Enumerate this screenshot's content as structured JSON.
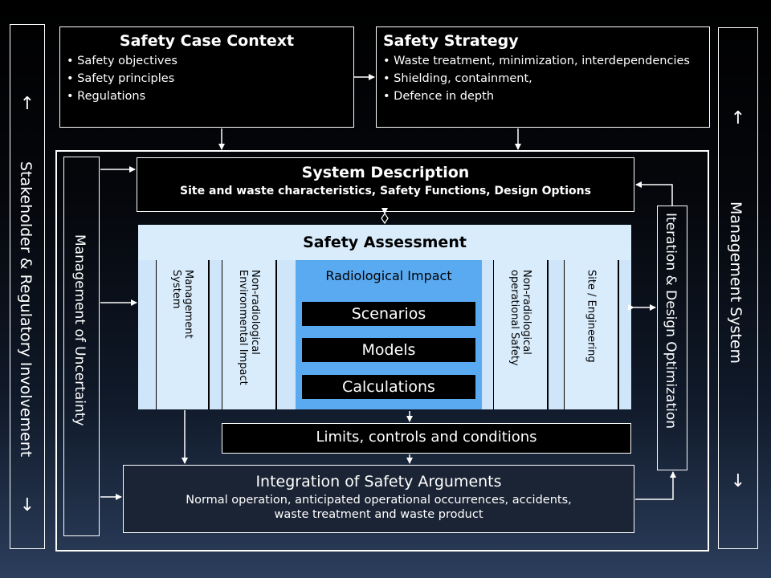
{
  "left_bar": {
    "label": "Stakeholder & Regulatory Involvement",
    "up_icon": "↑",
    "down_icon": "↓"
  },
  "right_bar": {
    "label": "Management System",
    "up_icon": "↑",
    "down_icon": "↓"
  },
  "safety_case_context": {
    "title": "Safety Case Context",
    "items": [
      "Safety objectives",
      "Safety principles",
      "Regulations"
    ]
  },
  "safety_strategy": {
    "title": "Safety Strategy",
    "items": [
      "Waste treatment, minimization, interdependencies",
      "Shielding, containment,",
      "Defence in depth"
    ]
  },
  "uncertainty": {
    "label": "Management of Uncertainty"
  },
  "iteration": {
    "label": "Iteration & Design Optimization"
  },
  "system_description": {
    "title": "System Description",
    "subtitle": "Site and waste characteristics, Safety Functions, Design Options"
  },
  "safety_assessment": {
    "title": "Safety Assessment",
    "columns": {
      "management_system": "Management\nSystem",
      "non_radiological_env": "Non-radiological\nEnvironmental Impact",
      "non_radiological_op": "Non-radiological\noperational Safety",
      "site_engineering": "Site / Engineering"
    },
    "radiological": {
      "title": "Radiological Impact",
      "items": [
        "Scenarios",
        "Models",
        "Calculations"
      ]
    }
  },
  "limits": {
    "label": "Limits, controls and conditions"
  },
  "integration": {
    "title": "Integration of Safety Arguments",
    "line1": "Normal operation, anticipated operational occurrences, accidents,",
    "line2": "waste treatment and waste product"
  },
  "colors": {
    "background_top": "#000000",
    "background_bottom": "#2c3e5c",
    "assessment_fill": "#d9ecfb",
    "radiological_fill": "#5aaaf2"
  }
}
